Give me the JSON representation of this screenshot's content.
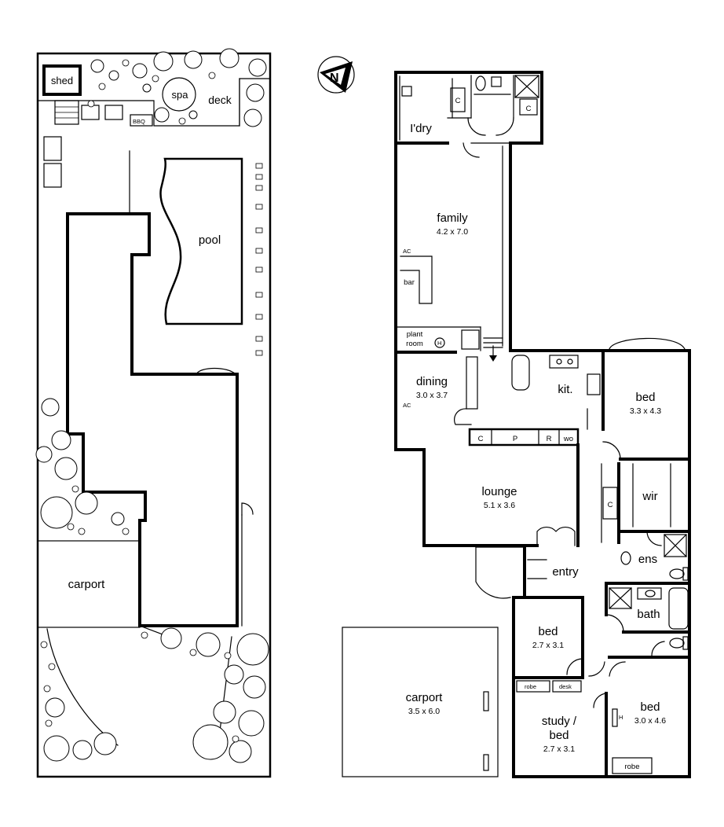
{
  "site": {
    "shed": "shed",
    "spa": "spa",
    "deck": "deck",
    "bbq": "BBQ",
    "pool": "pool",
    "carport": "carport"
  },
  "compass": {
    "letter": "N"
  },
  "floor": {
    "ldry": "I'dry",
    "family": {
      "name": "family",
      "dims": "4.2 x 7.0"
    },
    "ac": "AC",
    "bar": "bar",
    "plant_room": [
      "plant",
      "room"
    ],
    "heater": "H",
    "cupboard": "C",
    "dining": {
      "name": "dining",
      "dims": "3.0 x 3.7"
    },
    "kit": "kit.",
    "bench_c": "C",
    "bench_p": "P",
    "bench_r": "R",
    "bench_wo": "wo",
    "lounge": {
      "name": "lounge",
      "dims": "5.1 x 3.6"
    },
    "entry": "entry",
    "bed1": {
      "name": "bed",
      "dims": "3.3 x 4.3"
    },
    "wir": "wir",
    "ens": "ens",
    "bath": "bath",
    "bed2": {
      "name": "bed",
      "dims": "2.7 x 3.1"
    },
    "robe": "robe",
    "desk": "desk",
    "study": {
      "name1": "study /",
      "name2": "bed",
      "dims": "2.7 x 3.1"
    },
    "bed3": {
      "name": "bed",
      "dims": "3.0 x 4.6"
    },
    "robe2": "robe",
    "carport": {
      "name": "carport",
      "dims": "3.5 x 6.0"
    }
  }
}
